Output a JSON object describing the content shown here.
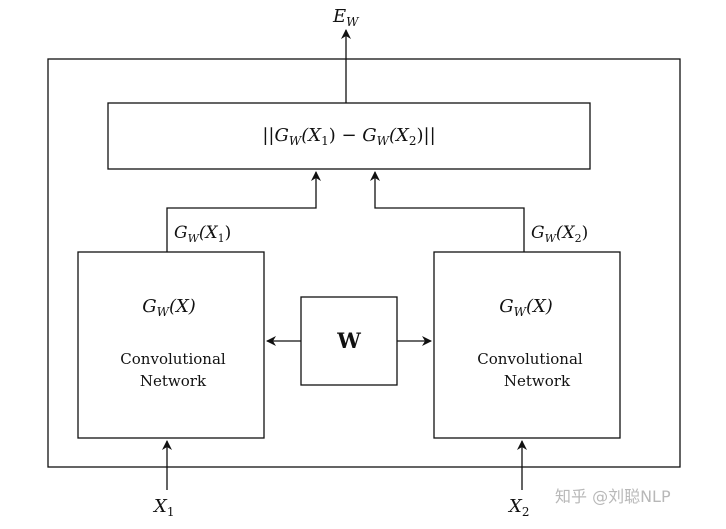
{
  "output": {
    "label": {
      "main": "E",
      "sub": "W"
    }
  },
  "distance_box": {
    "expression": {
      "bars_open": "||",
      "g1": "G",
      "g1_sub": "W",
      "g1_arg_open": "(X",
      "g1_arg_sub": "1",
      "g1_arg_close": ")",
      "minus": " − ",
      "g2": "G",
      "g2_sub": "W",
      "g2_arg_open": "(X",
      "g2_arg_sub": "2",
      "g2_arg_close": ")",
      "bars_close": "||"
    }
  },
  "left_branch": {
    "output_label": {
      "main": "G",
      "sub": "W",
      "arg_open": "(X",
      "arg_sub": "1",
      "arg_close": ")"
    },
    "function_label": {
      "main": "G",
      "sub": "W",
      "arg": "(X)"
    },
    "network_line1": "Convolutional",
    "network_line2": "Network",
    "input_label": {
      "main": "X",
      "sub": "1"
    }
  },
  "right_branch": {
    "output_label": {
      "main": "G",
      "sub": "W",
      "arg_open": "(X",
      "arg_sub": "2",
      "arg_close": ")"
    },
    "function_label": {
      "main": "G",
      "sub": "W",
      "arg": "(X)"
    },
    "network_line1": "Convolutional",
    "network_line2": "Network",
    "input_label": {
      "main": "X",
      "sub": "2"
    }
  },
  "shared_weights": {
    "label": "W"
  },
  "watermark": {
    "text": "知乎 @刘聪NLP"
  }
}
